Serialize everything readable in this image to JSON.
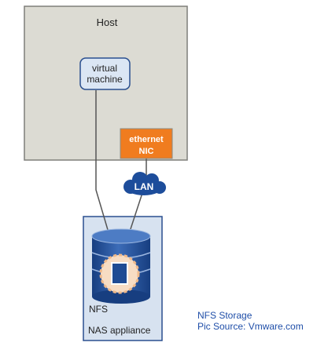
{
  "diagram": {
    "host": {
      "label": "Host"
    },
    "vm": {
      "line1": "virtual",
      "line2": "machine"
    },
    "nic": {
      "line1": "ethernet",
      "line2": "NIC"
    },
    "lan": {
      "label": "LAN"
    },
    "nas": {
      "nfs_label": "NFS",
      "appliance_label": "NAS appliance"
    },
    "caption": {
      "line1": "NFS Storage",
      "line2": "Pic Source: Vmware.com"
    },
    "colors": {
      "host_fill": "#dcdbd3",
      "vm_fill": "#dbe6f4",
      "vm_border": "#2a4f8f",
      "nic_fill": "#f07c1f",
      "lan_fill": "#1d4d9b",
      "nas_fill": "#d7e2f0",
      "disk_fill": "#1f4b93",
      "disk_ring": "#f7dcc3",
      "caption": "#1f4ea8"
    }
  }
}
